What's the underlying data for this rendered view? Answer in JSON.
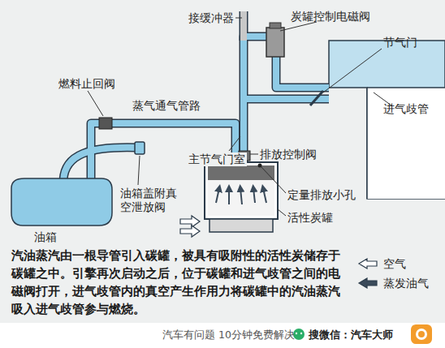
{
  "diagram": {
    "caption": "汽油蒸汽由一根导管引入碳罐，被具有吸附性的活性炭储存于碳罐之中。引擎再次启动之后，位于碳罐和进气歧管之间的电磁阀打开，进气歧管内的真空产生作用力将碳罐中的汽油蒸汽吸入进气歧管参与燃烧。",
    "labels": [
      "接缓冲器",
      "炭罐控制电磁阀",
      "节气门",
      "燃料止回阀",
      "蒸气通气管路",
      "进气歧管",
      "主节气门室",
      "排放控制阀",
      "定量排放小孔",
      "油箱盖附真空泄放阀",
      "油箱",
      "活性炭罐",
      "汽车有问题 10分钟免费解决",
      "搜微信：汽车大师"
    ],
    "legend": [
      {
        "text": "空气"
      },
      {
        "text": "蒸发油气"
      }
    ]
  }
}
